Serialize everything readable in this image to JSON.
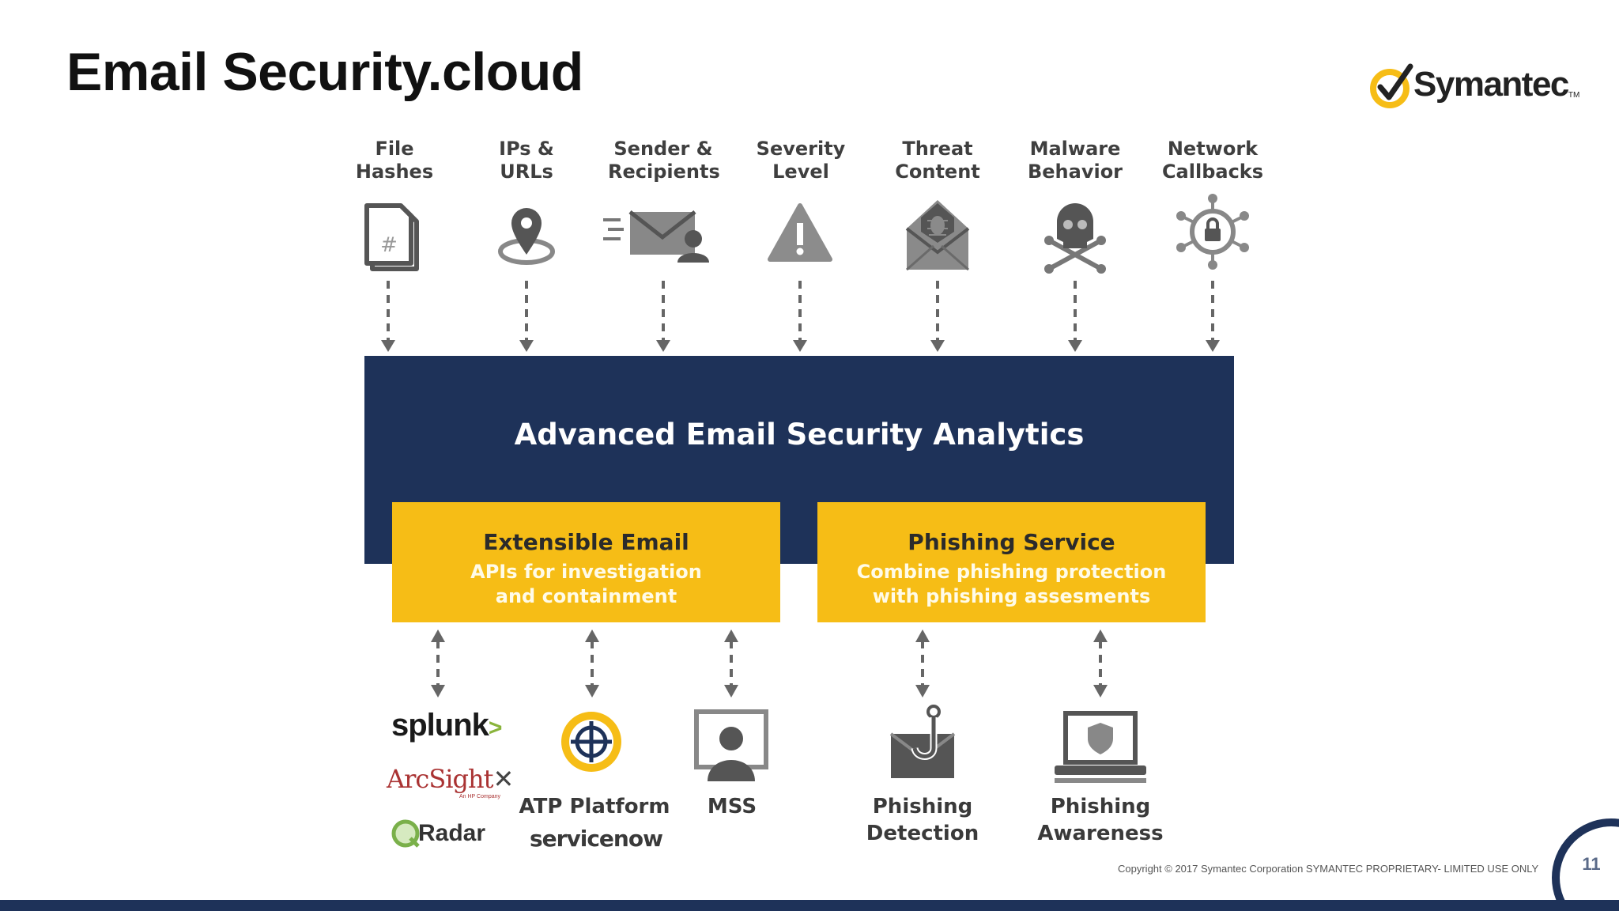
{
  "slide": {
    "title": "Email Security.cloud",
    "logo_text": "Symantec",
    "logo_tm": "TM",
    "copyright": "Copyright © 2017 Symantec Corporation SYMANTEC PROPRIETARY- LIMITED USE ONLY",
    "page_number": "11"
  },
  "sources": [
    {
      "line1": "File",
      "line2": "Hashes",
      "icon": "file-hash-icon"
    },
    {
      "line1": "IPs &",
      "line2": "URLs",
      "icon": "location-pin-icon"
    },
    {
      "line1": "Sender &",
      "line2": "Recipients",
      "icon": "email-sender-icon"
    },
    {
      "line1": "Severity",
      "line2": "Level",
      "icon": "warning-icon"
    },
    {
      "line1": "Threat",
      "line2": "Content",
      "icon": "bug-envelope-icon"
    },
    {
      "line1": "Malware",
      "line2": "Behavior",
      "icon": "skull-crossbones-icon"
    },
    {
      "line1": "Network",
      "line2": "Callbacks",
      "icon": "network-lock-icon"
    }
  ],
  "analytics": {
    "title": "Advanced Email Security Analytics",
    "boxes": [
      {
        "title": "Extensible Email",
        "sub1": "APIs for investigation",
        "sub2": "and containment"
      },
      {
        "title": "Phishing Service",
        "sub1": "Combine phishing protection",
        "sub2": "with phishing assesments"
      }
    ]
  },
  "destinations": {
    "splunk": "splunk",
    "splunk_mark": ">",
    "arcsight": "ArcSight",
    "arcsight_sub": "An HP Company",
    "radar": "Radar",
    "atp": "ATP Platform",
    "servicenow": "servicenow",
    "mss": "MSS",
    "phishing_detection": {
      "line1": "Phishing",
      "line2": "Detection"
    },
    "phishing_awareness": {
      "line1": "Phishing",
      "line2": "Awareness"
    }
  },
  "colors": {
    "navy": "#1e3259",
    "yellow": "#f6bd16",
    "icon_gray": "#5f5f5f",
    "arrow_gray": "#6a6a6a"
  }
}
